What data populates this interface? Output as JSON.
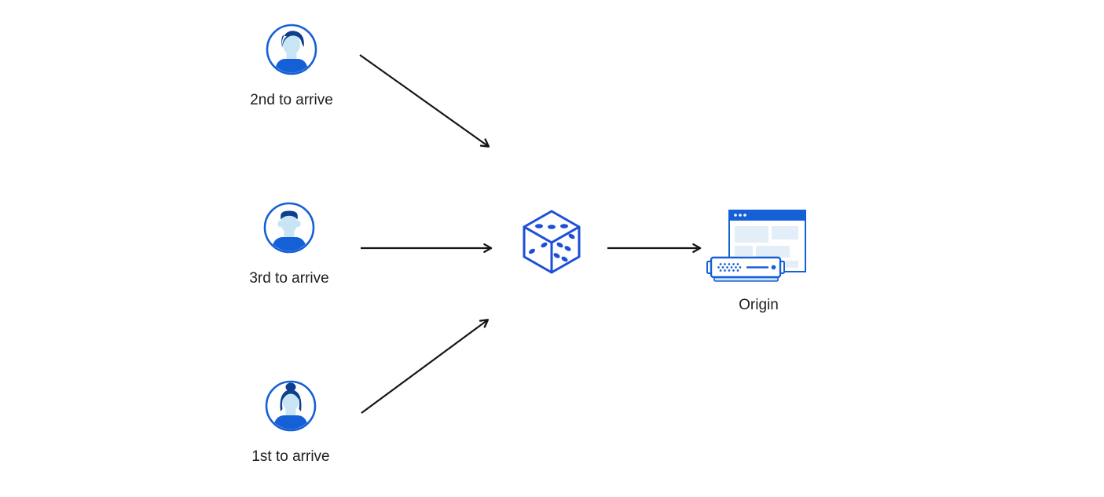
{
  "canvas": {
    "background": "#ffffff"
  },
  "colors": {
    "primary_blue": "#1560d6",
    "hair_navy": "#0c3f8e",
    "dice_blue": "#1d4fd6",
    "skin_light_blue": "#c9e4f5",
    "panel_light_blue": "#e3eef9",
    "server_base_blue": "#cfe3f8",
    "arrow_black": "#161616",
    "label_text": "#1d1d1f"
  },
  "nodes": {
    "clients": [
      {
        "label": "2nd to arrive",
        "icon": "user-avatar-male-swept-hair-icon"
      },
      {
        "label": "3rd to arrive",
        "icon": "user-avatar-male-short-hair-icon"
      },
      {
        "label": "1st to arrive",
        "icon": "user-avatar-female-bun-icon"
      }
    ],
    "randomizer": {
      "icon": "dice-icon"
    },
    "origin": {
      "label": "Origin",
      "icon": "origin-server-browser-window-icon"
    }
  },
  "edges": [
    {
      "from": "client-2nd-to-arrive",
      "to": "dice"
    },
    {
      "from": "client-3rd-to-arrive",
      "to": "dice"
    },
    {
      "from": "client-1st-to-arrive",
      "to": "dice"
    },
    {
      "from": "dice",
      "to": "origin"
    }
  ]
}
